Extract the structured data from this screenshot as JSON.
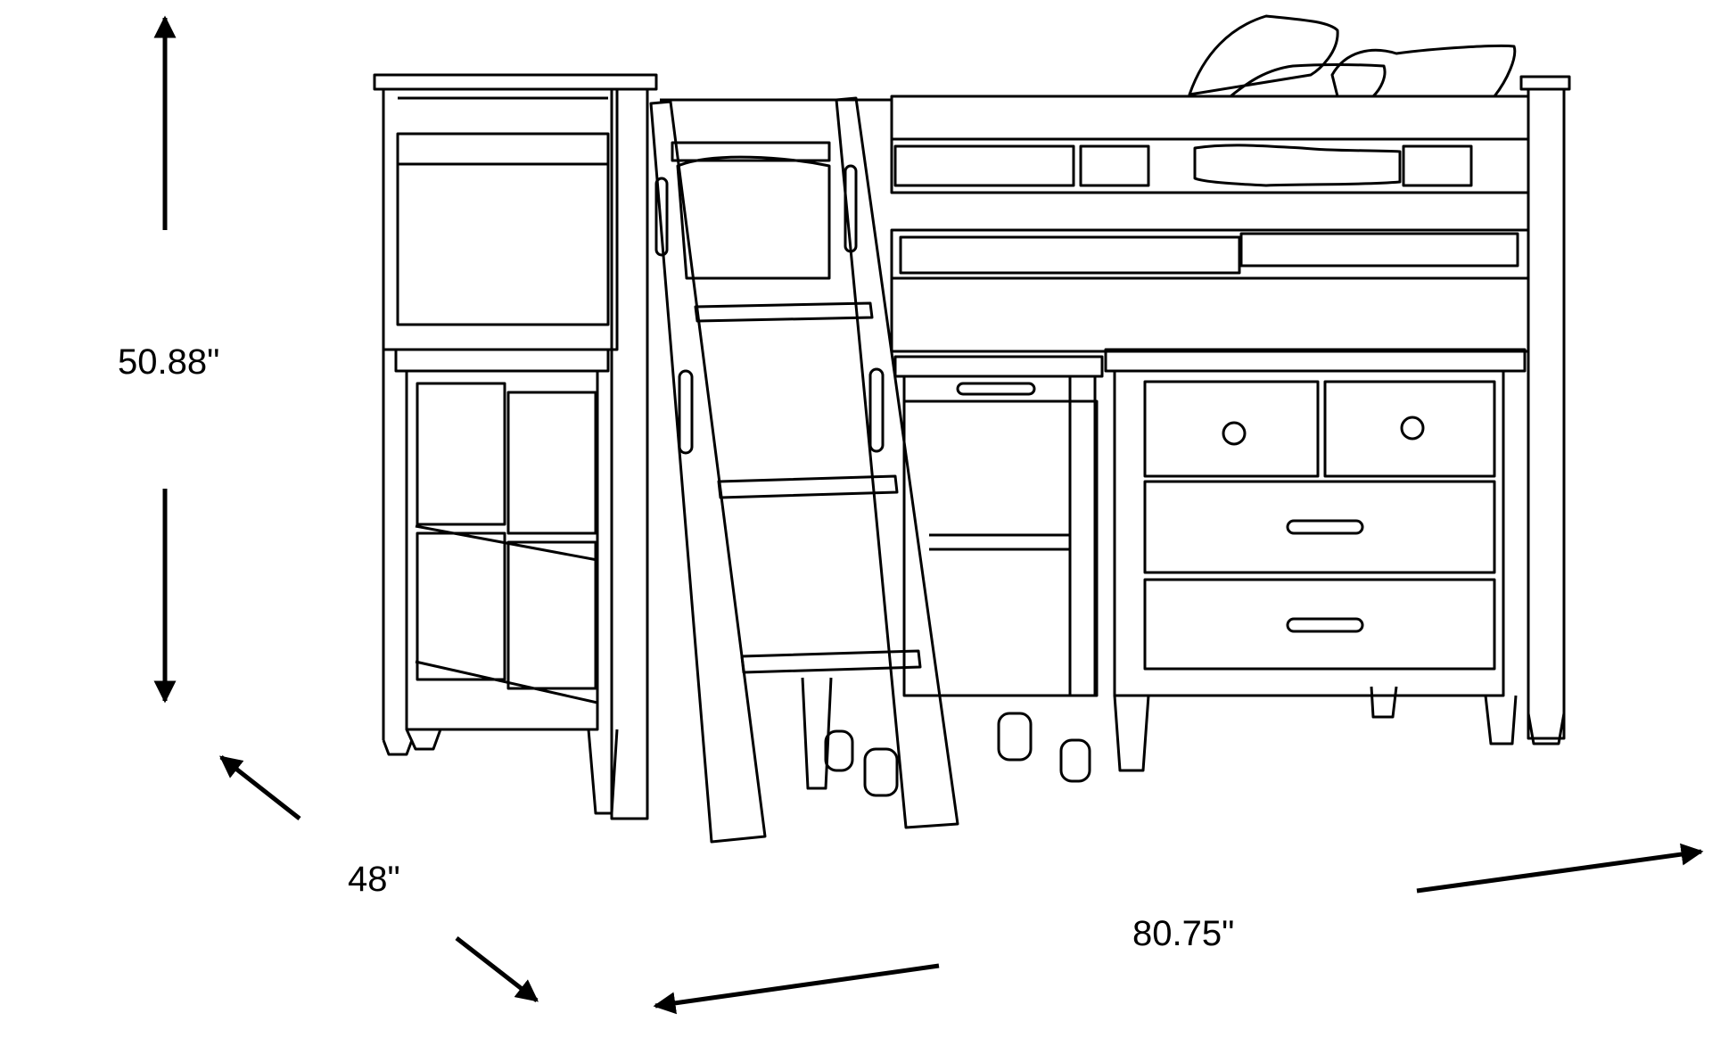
{
  "dimensions": {
    "height": "50.88\"",
    "depth": "48\"",
    "width": "80.75\""
  },
  "colors": {
    "line": "#000000",
    "background": "#ffffff"
  }
}
